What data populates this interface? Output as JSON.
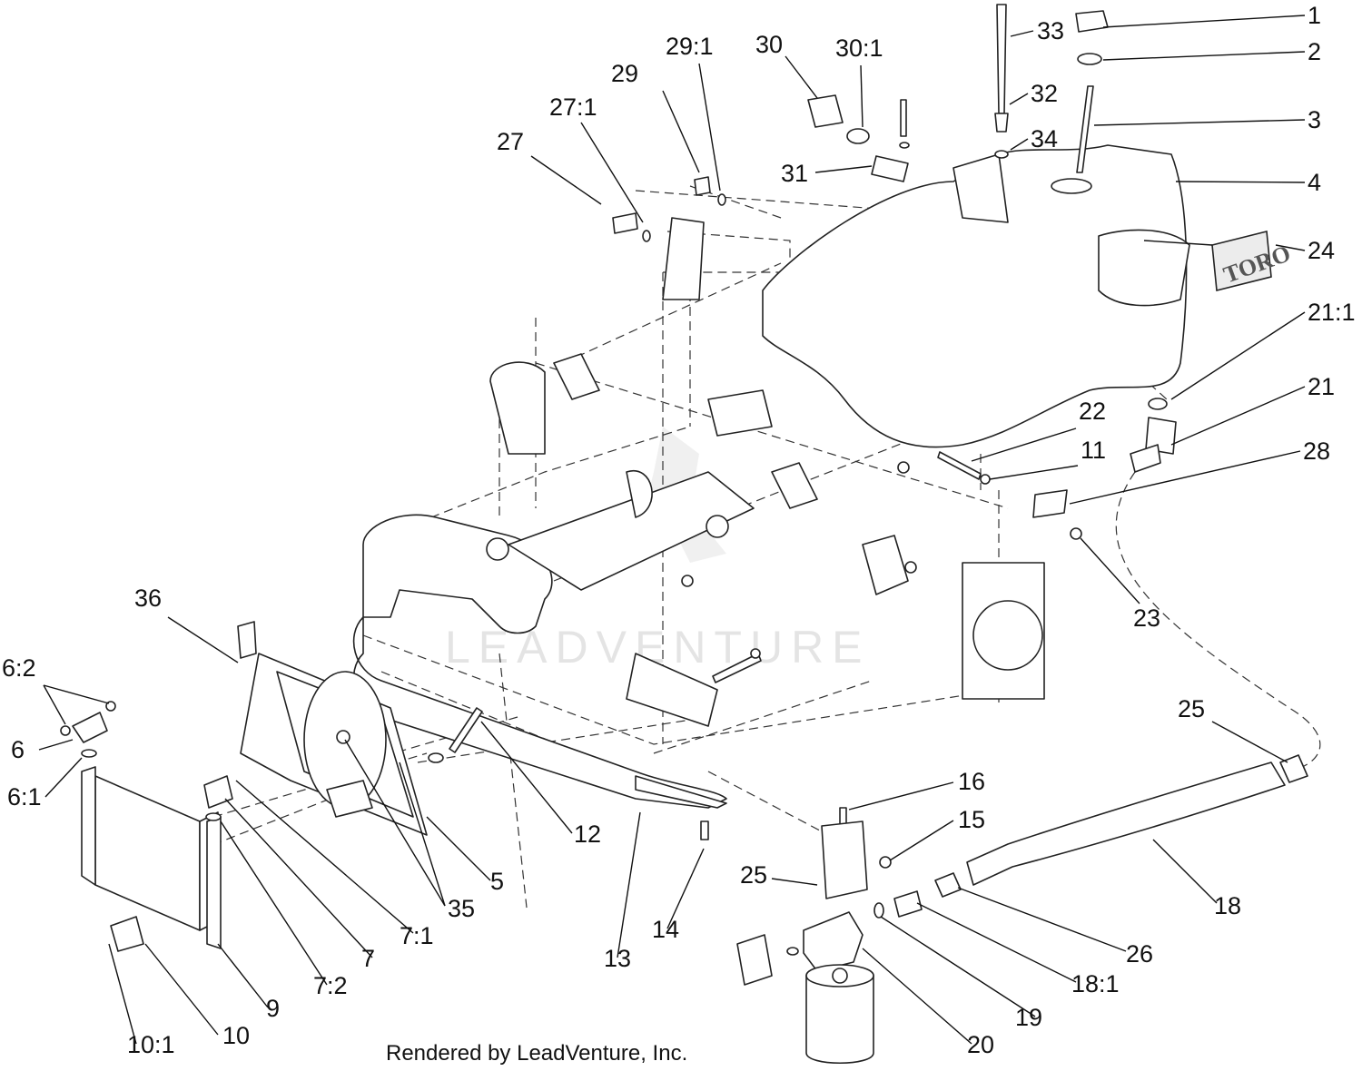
{
  "labels": [
    "1",
    "2",
    "3",
    "4",
    "24",
    "21:1",
    "21",
    "28",
    "23",
    "22",
    "11",
    "33",
    "32",
    "34",
    "30",
    "30:1",
    "31",
    "29:1",
    "29",
    "27:1",
    "27",
    "36",
    "6:2",
    "6",
    "6:1",
    "12",
    "5",
    "35",
    "7:1",
    "7",
    "7:2",
    "9",
    "10",
    "10:1",
    "13",
    "14",
    "16",
    "15",
    "25",
    "26",
    "18",
    "18:1",
    "19",
    "20"
  ],
  "badge": "TORO",
  "watermark": "LEADVENTURE",
  "credit": "Rendered by LeadVenture, Inc."
}
